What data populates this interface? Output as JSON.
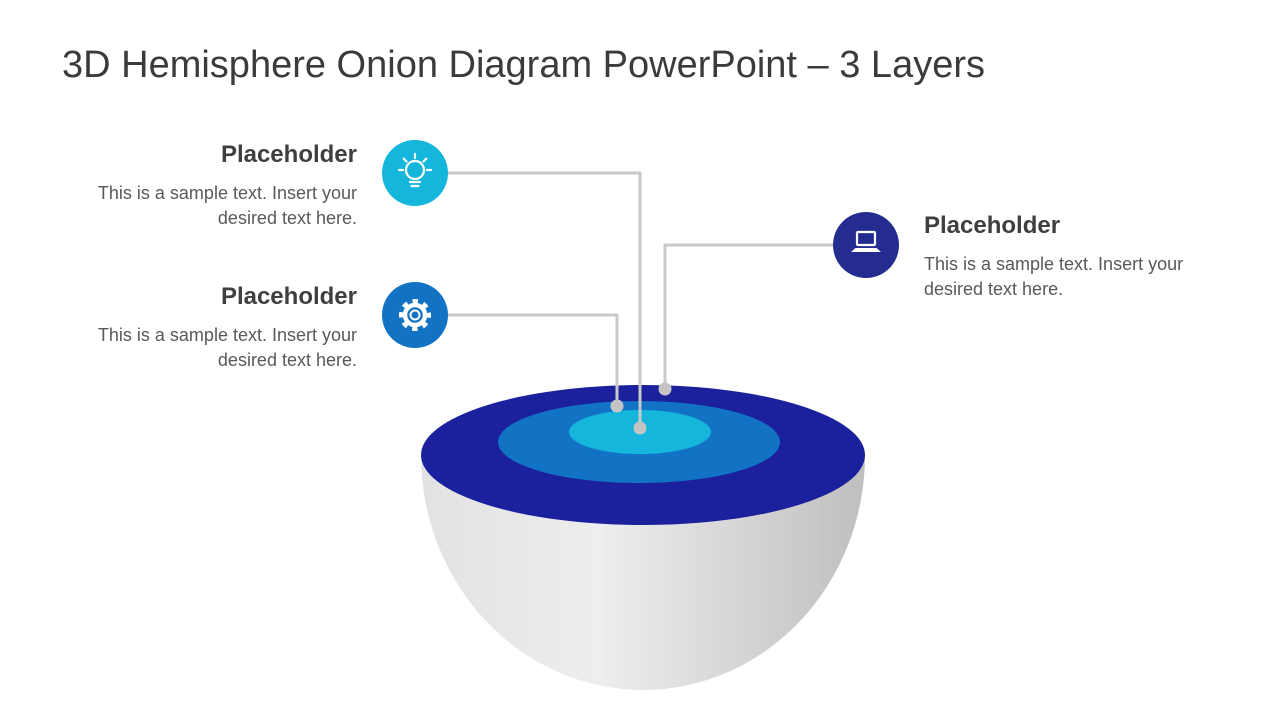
{
  "title": "3D Hemisphere Onion Diagram PowerPoint – 3 Layers",
  "callouts": [
    {
      "heading": "Placeholder",
      "body": "This is a sample text. Insert your desired text here.",
      "icon": "lightbulb-icon",
      "badge_color": "#14B6DB"
    },
    {
      "heading": "Placeholder",
      "body": "This is a sample text. Insert your desired text here.",
      "icon": "gear-icon",
      "badge_color": "#1273C4"
    },
    {
      "heading": "Placeholder",
      "body": "This is a sample text. Insert your desired text here.",
      "icon": "laptop-icon",
      "badge_color": "#252C90"
    }
  ],
  "diagram": {
    "layers": [
      {
        "name": "outer-layer",
        "color": "#1B219D"
      },
      {
        "name": "middle-layer",
        "color": "#1273C4"
      },
      {
        "name": "inner-layer",
        "color": "#14B6DB"
      }
    ],
    "base_gradient": [
      "#E2E2E2",
      "#EEEEEE",
      "#BFBFBF"
    ],
    "connector_color": "#C9C9C9",
    "dot_color": "#C4C4C4"
  }
}
